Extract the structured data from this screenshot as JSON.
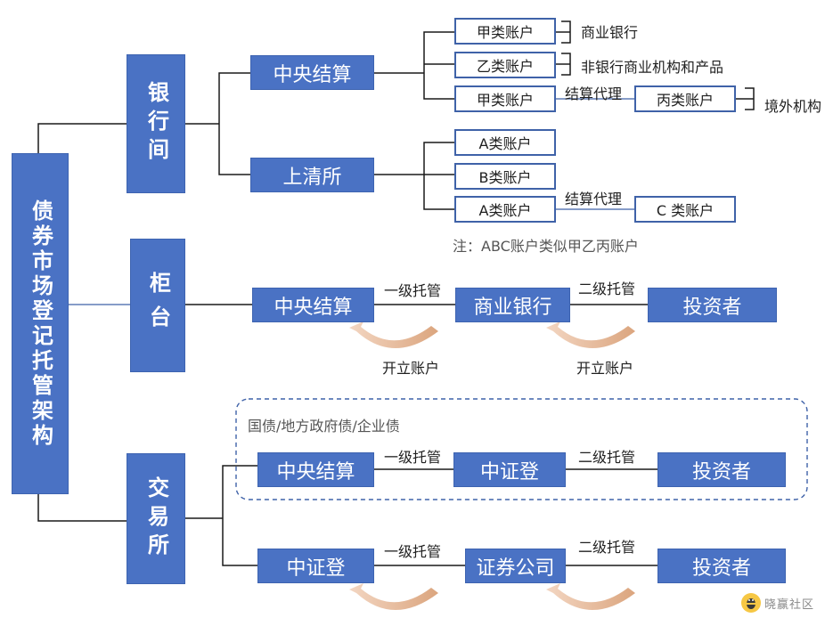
{
  "root": {
    "label": "债券市场登记托管架构"
  },
  "markets": {
    "interbank": "银行间",
    "counter": "柜台",
    "exchange": "交易所"
  },
  "interbank": {
    "ccdc": "中央结算",
    "shch": "上清所",
    "ccdc_accounts": {
      "a1": "甲类账户",
      "a2": "乙类账户",
      "a3": "甲类账户",
      "c": "丙类账户",
      "a1_holder": "商业银行",
      "a2_holder": "非银行商业机构和产品",
      "c_holder": "境外机构",
      "agency": "结算代理"
    },
    "shch_accounts": {
      "a": "A类账户",
      "b": "B类账户",
      "a2": "A类账户",
      "c": "C 类账户",
      "agency": "结算代理"
    },
    "note": "注：ABC账户类似甲乙丙账户"
  },
  "counter": {
    "ccdc": "中央结算",
    "bank": "商业银行",
    "investor": "投资者",
    "level1": "一级托管",
    "level2": "二级托管",
    "open1": "开立账户",
    "open2": "开立账户"
  },
  "exchange": {
    "group_label": "国债/地方政府债/企业债",
    "ccdc": "中央结算",
    "csdc": "中证登",
    "investor": "投资者",
    "level1": "一级托管",
    "level2": "二级托管",
    "csdc2": "中证登",
    "broker": "证券公司",
    "investor2": "投资者",
    "level1b": "一级托管",
    "level2b": "二级托管"
  },
  "watermark": "晓赢社区",
  "colors": {
    "box_fill": "#4a72c4",
    "box_border": "#3f62a8",
    "arrow": "#e8b890",
    "dashed": "#3f62a8"
  }
}
